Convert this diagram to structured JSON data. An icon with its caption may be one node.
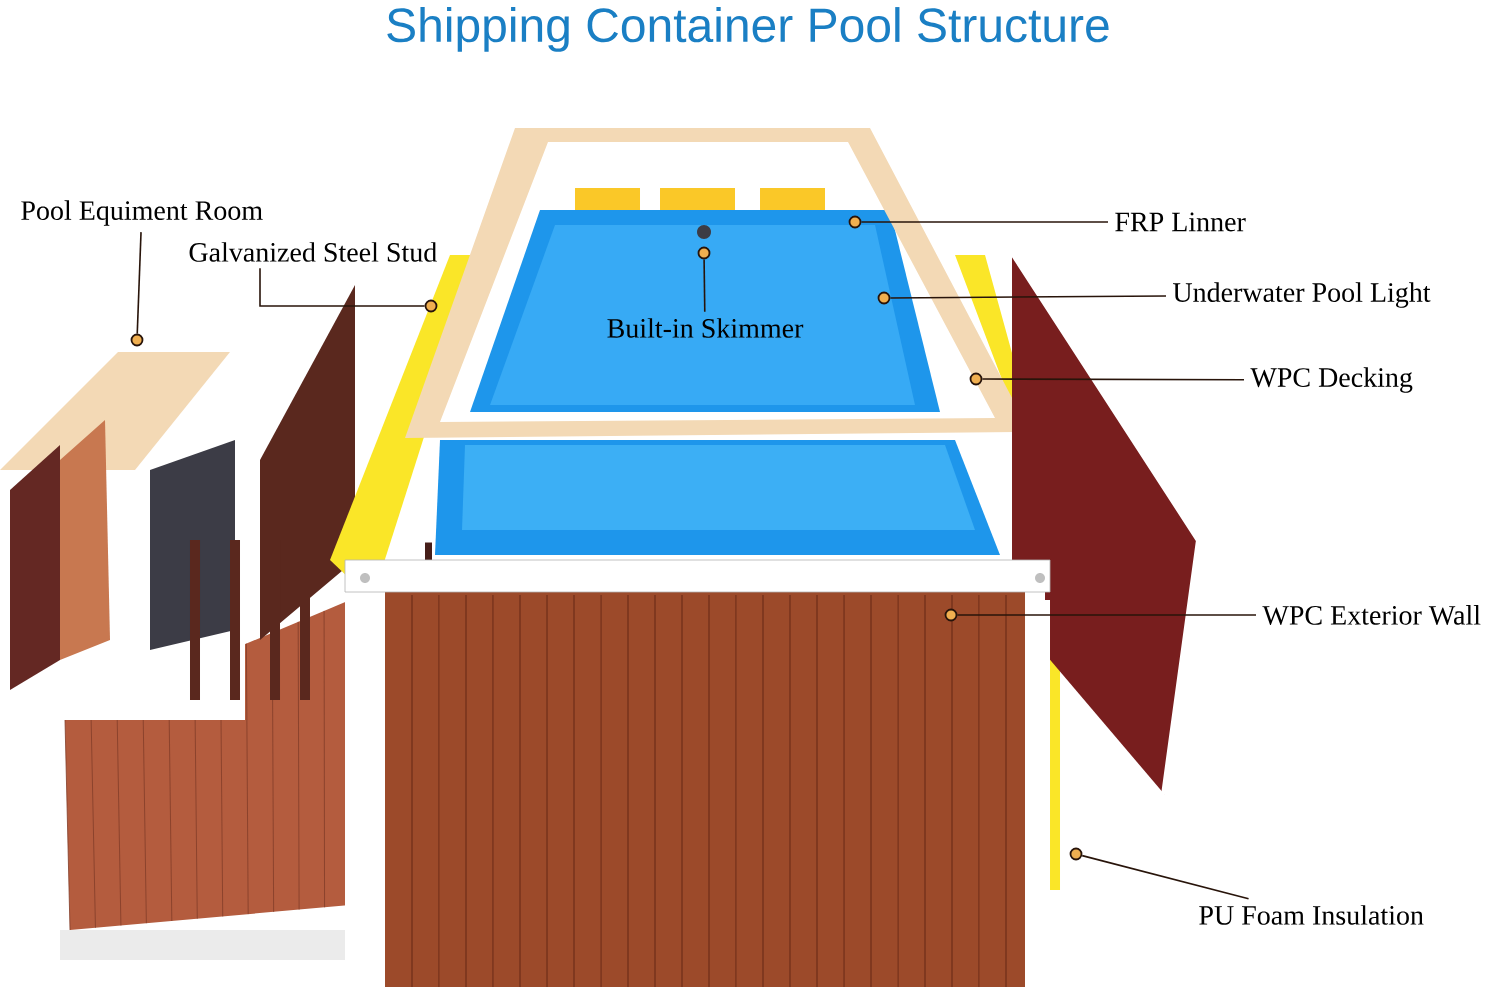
{
  "diagram": {
    "title": "Shipping Container Pool Structure",
    "nodes": [
      {
        "text": [
          "Pool Equiment Room"
        ]
      },
      {
        "text": [
          "Galvanized Steel Stud"
        ]
      },
      {
        "text": [
          "FRP Linner"
        ]
      },
      {
        "text": [
          "Underwater Pool Light"
        ]
      },
      {
        "text": [
          "Built-in Skimmer"
        ]
      },
      {
        "text": [
          "WPC Decking"
        ]
      },
      {
        "text": [
          "WPC Exterior Wall"
        ]
      },
      {
        "text": [
          "PU Foam Insulation"
        ]
      },
      {
        "text": [],
        "shape": "circle"
      },
      {
        "text": [],
        "shape": "circle"
      },
      {
        "text": [],
        "shape": "circle"
      },
      {
        "text": [],
        "shape": "circle"
      },
      {
        "text": [],
        "shape": "circle"
      },
      {
        "text": [],
        "shape": "circle"
      },
      {
        "text": [],
        "shape": "circle"
      },
      {
        "text": [],
        "shape": "circle"
      }
    ],
    "edges": [
      {
        "from": 0,
        "to": 8,
        "arrow": "none"
      },
      {
        "from": 1,
        "to": 9,
        "arrow": "none"
      },
      {
        "from": 4,
        "to": 10,
        "arrow": "none"
      },
      {
        "from": 2,
        "to": 11,
        "arrow": "none"
      },
      {
        "from": 3,
        "to": 12,
        "arrow": "none"
      },
      {
        "from": 6,
        "to": 13,
        "arrow": "none"
      },
      {
        "from": 5,
        "to": 14,
        "arrow": "none"
      },
      {
        "from": 7,
        "to": 15,
        "arrow": "none"
      }
    ]
  }
}
